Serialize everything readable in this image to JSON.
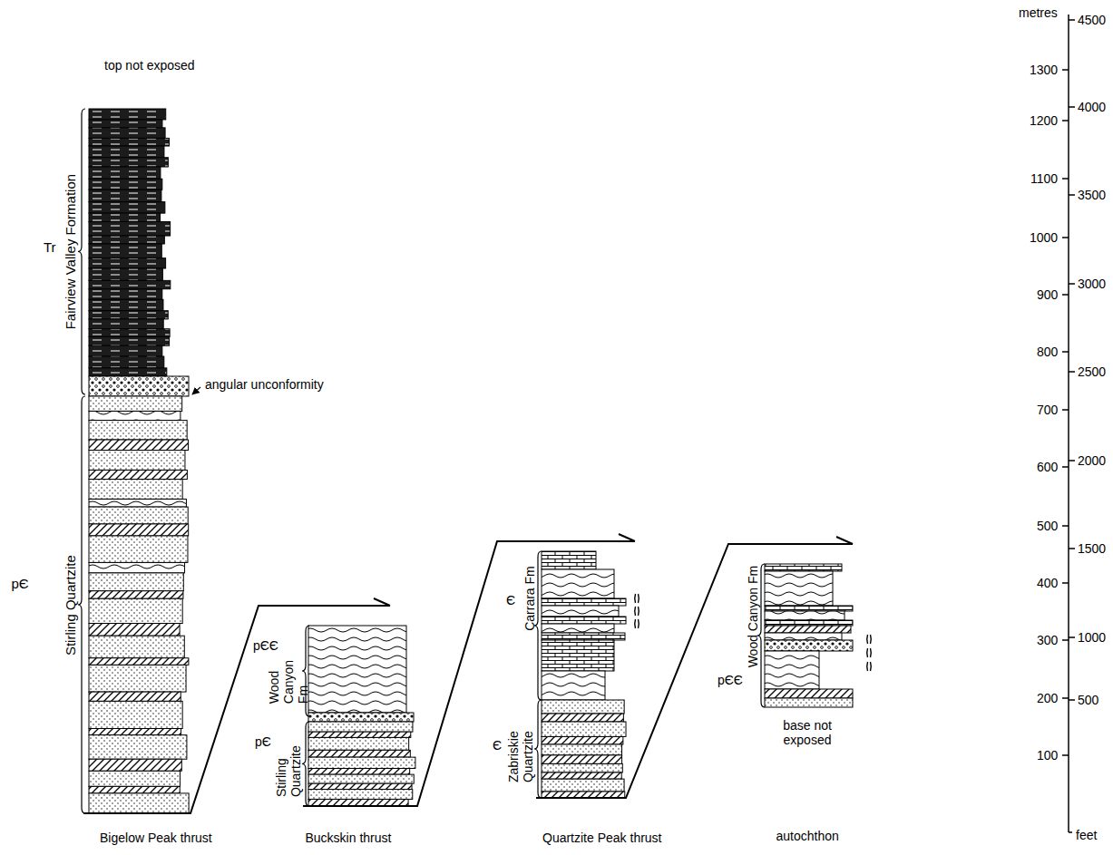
{
  "diagram": {
    "labels": [
      "top not exposed",
      "Tr",
      "Fairview Valley Formation",
      "angular unconformity",
      "pЄ",
      "Stirling Quartzite",
      "Bigelow Peak thrust",
      "pЄЄ",
      "Wood Canyon Fm",
      "pЄ",
      "Stirling Quartzite",
      "Buckskin thrust",
      "Є",
      "Carrara Fm",
      "Є",
      "Zabriskie Quartzite",
      "Quartzite Peak thrust",
      "pЄЄ",
      "Wood Canyon Fm",
      "base not exposed",
      "autochthon",
      "metres",
      "feet",
      "1300",
      "1200",
      "1100",
      "1000",
      "900",
      "800",
      "700",
      "600",
      "500",
      "400",
      "300",
      "200",
      "100",
      "4500",
      "4000",
      "3500",
      "3000",
      "2500",
      "2000",
      "1500",
      "1000",
      "500"
    ]
  }
}
